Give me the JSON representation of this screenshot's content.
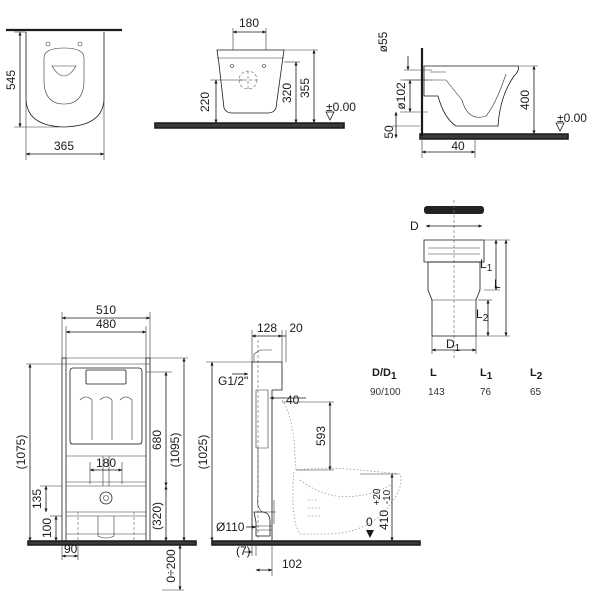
{
  "top_view": {
    "width": "365",
    "depth": "545"
  },
  "front_view": {
    "width": "180",
    "height_220": "220",
    "height_320": "320",
    "height_355": "355",
    "level": "±0.00"
  },
  "side_view": {
    "pipe_diameter": "ø55",
    "outlet_diameter": "ø102",
    "height_400": "400",
    "height_50": "50",
    "offset_40": "40",
    "level": "±0.00"
  },
  "connector": {
    "label_d": "D",
    "label_d1": "D",
    "label_d1_sub": "1",
    "label_l": "L",
    "label_l1": "L",
    "label_l1_sub": "1",
    "label_l2": "L",
    "label_l2_sub": "2",
    "table": {
      "headers": [
        {
          "main": "D/D",
          "sub": "1"
        },
        {
          "main": "L",
          "sub": ""
        },
        {
          "main": "L",
          "sub": "1"
        },
        {
          "main": "L",
          "sub": "2"
        }
      ],
      "rows": [
        [
          "90/100",
          "143",
          "76",
          "65"
        ]
      ]
    }
  },
  "frame_front": {
    "width_outer": "510",
    "width_inner": "480",
    "height_total": "(1075)",
    "height_1095": "(1095)",
    "height_680": "680",
    "center_180": "180",
    "height_135": "135",
    "height_100": "100",
    "height_320": "(320)",
    "offset_90": "90",
    "range": "0÷200"
  },
  "frame_side": {
    "depth_128": "128",
    "depth_20": "20",
    "thread": "G1/2\"",
    "offset_40": "40",
    "height_593": "593",
    "height_1025": "(1025)",
    "drain": "Ø110",
    "offset_7": "(7)",
    "offset_102": "102",
    "level_0": "0",
    "height_410": "410",
    "tol_upper": "+20",
    "tol_lower": "-10"
  }
}
